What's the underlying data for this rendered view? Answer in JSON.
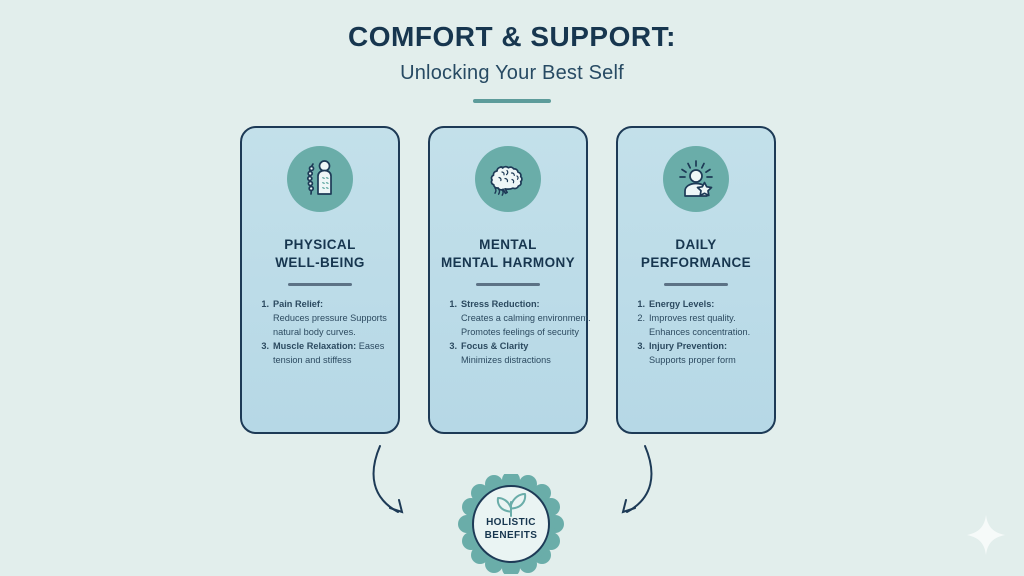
{
  "header": {
    "title": "COMFORT & SUPPORT:",
    "subtitle": "Unlocking Your Best Self"
  },
  "colors": {
    "background": "#e2eeec",
    "card_fill": "#bfdce8",
    "card_border": "#1d3a56",
    "icon_circle": "#6aada9",
    "accent": "#5d9c9b",
    "heading": "#17364f",
    "body_text": "#2c4a60"
  },
  "cards": [
    {
      "icon": "spine-posture-icon",
      "title_line1": "PHYSICAL",
      "title_line2": "WELL-BEING",
      "items": [
        {
          "num": "1.",
          "num_bold": true,
          "text": "Pain Relief:",
          "bold": true
        },
        {
          "sub": "Reduces pressure Supports"
        },
        {
          "sub": "natural body curves."
        },
        {
          "num": "3.",
          "num_bold": true,
          "text": "Muscle Relaxation:",
          "bold": true,
          "tail": " Eases"
        },
        {
          "sub": "tension and stiffess"
        }
      ]
    },
    {
      "icon": "brain-icon",
      "title_line1": "MENTAL",
      "title_line2": "MENTAL HARMONY",
      "items": [
        {
          "num": "1.",
          "num_bold": true,
          "text": "Stress Reduction:",
          "bold": true
        },
        {
          "sub": "Creates a calming environment."
        },
        {
          "sub": "Promotes feelings of security"
        },
        {
          "num": "3.",
          "num_bold": true,
          "text": "Focus & Clarity",
          "bold": true
        },
        {
          "sub": "Minimizes distractions"
        }
      ]
    },
    {
      "icon": "energized-person-star-icon",
      "title_line1": "DAILY",
      "title_line2": "PERFORMANCE",
      "items": [
        {
          "num": "1.",
          "num_bold": true,
          "text": "Energy Levels:",
          "bold": true
        },
        {
          "num": "2.",
          "num_bold": false,
          "text": "Improves rest quality.",
          "bold": false
        },
        {
          "sub": "Enhances concentration."
        },
        {
          "num": "3.",
          "num_bold": true,
          "text": "Injury Prevention:",
          "bold": true
        },
        {
          "sub": "Supports proper form"
        }
      ]
    }
  ],
  "badge": {
    "icon": "sprout-leaves-icon",
    "line1": "HOLISTIC",
    "line2": "BENEFITS"
  },
  "decor": {
    "left_arrow": "curved-arrow-right-icon",
    "right_arrow": "curved-arrow-left-icon",
    "sparkle": "sparkle-icon"
  }
}
